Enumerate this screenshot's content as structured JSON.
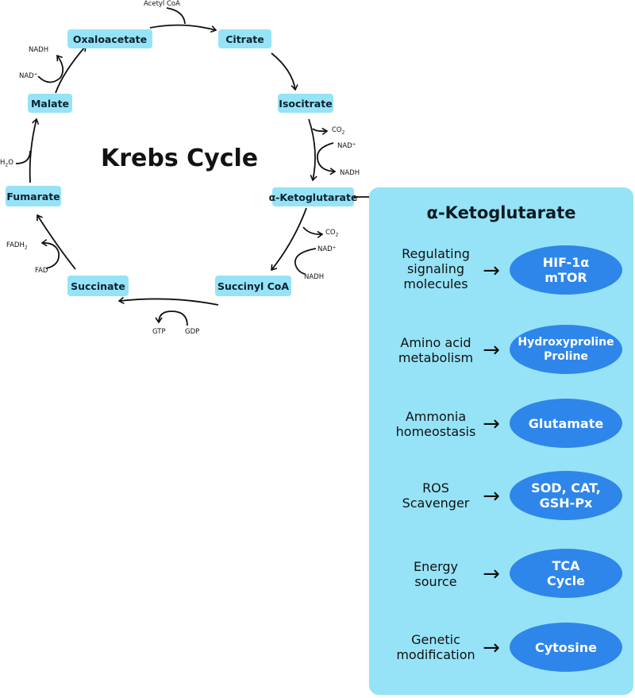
{
  "diagram": {
    "title": "Krebs Cycle",
    "nodes": {
      "oxaloacetate": "Oxaloacetate",
      "citrate": "Citrate",
      "isocitrate": "Isocitrate",
      "akg": "α-Ketoglutarate",
      "succinyl_coa": "Succinyl CoA",
      "succinate": "Succinate",
      "fumarate": "Fumarate",
      "malate": "Malate"
    },
    "cofactors": {
      "acetyl_coa": "Acetyl CoA",
      "nadh_top": "NADH",
      "nad_top": "NAD⁺",
      "co2_1": "CO",
      "nad_1": "NAD⁺",
      "nadh_1": "NADH",
      "co2_2": "CO",
      "nad_2": "NAD⁺",
      "nadh_2": "NADH",
      "gtp": "GTP",
      "gdp": "GDP",
      "fadh2": "FADH",
      "fad": "FAD",
      "h2o_h": "H",
      "h2o_o": "O",
      "sub2": "2"
    }
  },
  "panel": {
    "title": "α-Ketoglutarate",
    "arrow": "→",
    "rows": [
      {
        "label": "Regulating\nsignaling\nmolecules",
        "target": "HIF-1α\nmTOR"
      },
      {
        "label": "Amino acid\nmetabolism",
        "target": "Hydroxyproline\nProline"
      },
      {
        "label": "Ammonia\nhomeostasis",
        "target": "Glutamate"
      },
      {
        "label": "ROS\nScavenger",
        "target": "SOD, CAT,\nGSH-Px"
      },
      {
        "label": "Energy\nsource",
        "target": "TCA\nCycle"
      },
      {
        "label": "Genetic\nmodification",
        "target": "Cytosine"
      }
    ]
  },
  "colors": {
    "node_fill": "#96e3f7",
    "panel_fill": "#96e3f7",
    "oval_fill": "#2e86ea"
  }
}
